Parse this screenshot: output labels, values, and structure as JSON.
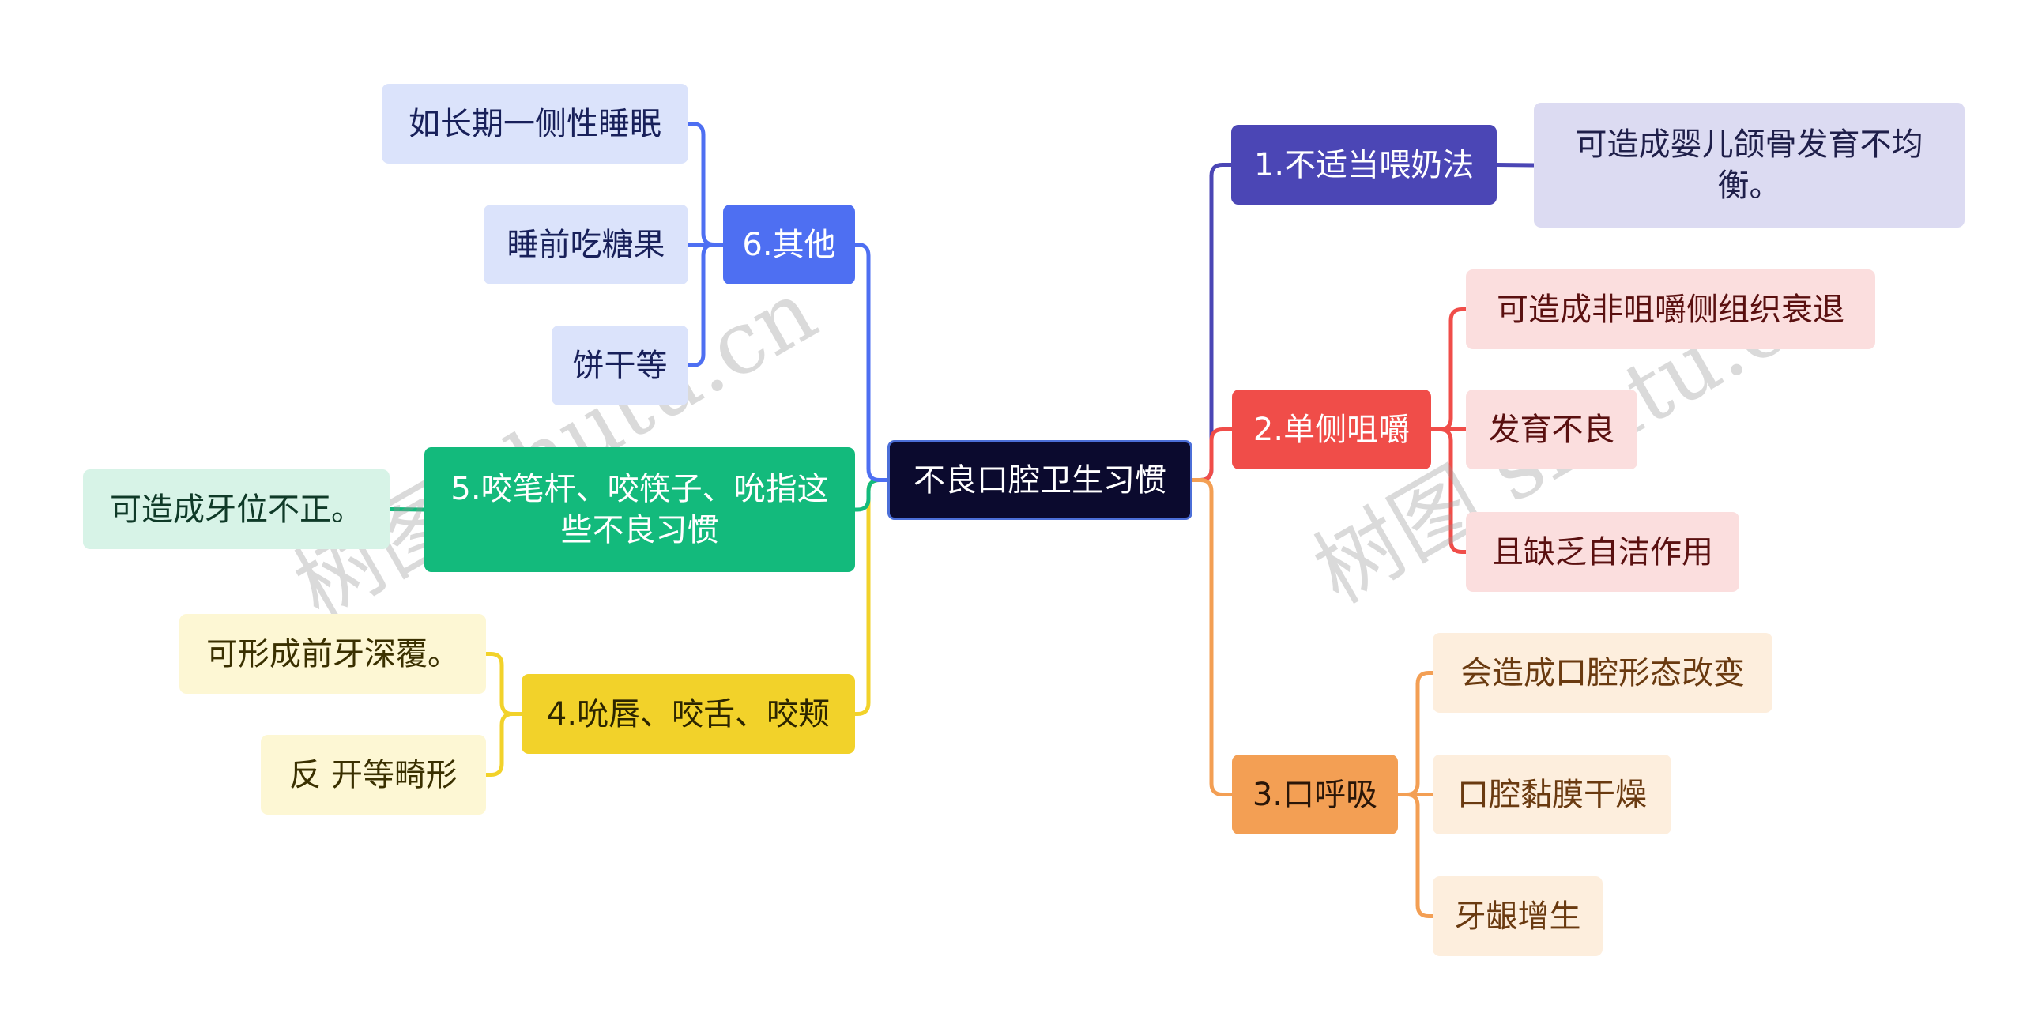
{
  "root": {
    "label": "不良口腔卫生习惯"
  },
  "branches": [
    {
      "label": "1.不适当喂奶法",
      "color": "#4b46b5",
      "children": [
        "可造成婴儿颌骨发育不均衡。"
      ]
    },
    {
      "label": "2.单侧咀嚼",
      "color": "#f04d49",
      "children": [
        "可造成非咀嚼侧组织衰退",
        "发育不良",
        "且缺乏自洁作用"
      ]
    },
    {
      "label": "3.口呼吸",
      "color": "#f39f54",
      "children": [
        "会造成口腔形态改变",
        "口腔黏膜干燥",
        "牙龈增生"
      ]
    },
    {
      "label": "4.吮唇、咬舌、咬颊",
      "color": "#f2d22a",
      "children": [
        "可形成前牙深覆。",
        "反 开等畸形"
      ]
    },
    {
      "label": "5.咬笔杆、咬筷子、吮指这些不良习惯",
      "color": "#13ba7c",
      "children": [
        "可造成牙位不正。"
      ]
    },
    {
      "label": "6.其他",
      "color": "#4e6ff2",
      "children": [
        "如长期一侧性睡眠",
        "睡前吃糖果",
        "饼干等"
      ]
    }
  ],
  "watermark": {
    "text": "树图 shutu.cn"
  }
}
